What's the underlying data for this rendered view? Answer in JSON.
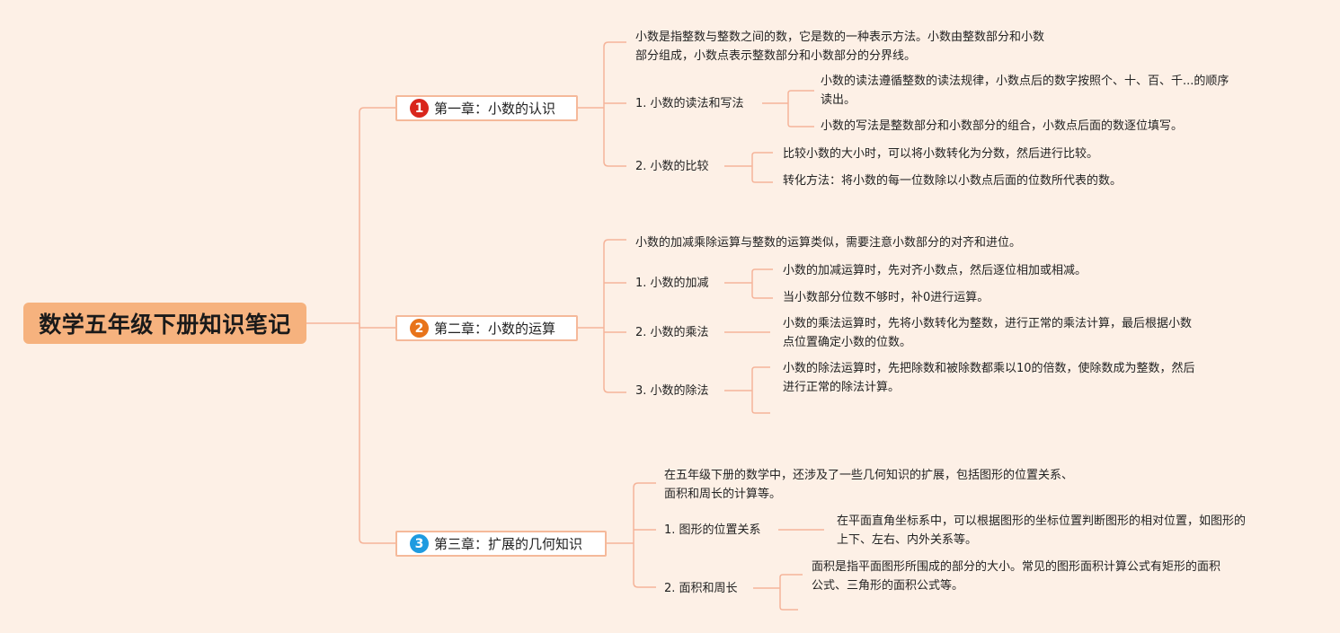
{
  "root": {
    "title": "数学五年级下册知识笔记"
  },
  "colors": {
    "background": "#fdf0e6",
    "root_fill": "#f6b27e",
    "connector": "#f5b49a",
    "chapter_border": "#f5b99a",
    "badge1": "#d9261c",
    "badge2": "#e8731a",
    "badge3": "#1f9be0"
  },
  "chapters": [
    {
      "badge": "1",
      "title": "第一章：小数的认识",
      "intro": [
        "小数是指整数与整数之间的数，它是数的一种表示方法。小数由整数部分和小数",
        "部分组成，小数点表示整数部分和小数部分的分界线。"
      ],
      "sections": [
        {
          "label": "1. 小数的读法和写法",
          "notes": [
            [
              "小数的读法遵循整数的读法规律，小数点后的数字按照个、十、百、千...的顺序",
              "读出。"
            ],
            [
              "小数的写法是整数部分和小数部分的组合，小数点后面的数逐位填写。"
            ]
          ]
        },
        {
          "label": "2. 小数的比较",
          "notes": [
            [
              "比较小数的大小时，可以将小数转化为分数，然后进行比较。"
            ],
            [
              "转化方法：将小数的每一位数除以小数点后面的位数所代表的数。"
            ]
          ]
        }
      ]
    },
    {
      "badge": "2",
      "title": "第二章：小数的运算",
      "intro": [
        "小数的加减乘除运算与整数的运算类似，需要注意小数部分的对齐和进位。"
      ],
      "sections": [
        {
          "label": "1. 小数的加减",
          "notes": [
            [
              "小数的加减运算时，先对齐小数点，然后逐位相加或相减。"
            ],
            [
              "当小数部分位数不够时，补0进行运算。"
            ]
          ]
        },
        {
          "label": "2. 小数的乘法",
          "notes": [
            [
              "小数的乘法运算时，先将小数转化为整数，进行正常的乘法计算，最后根据小数",
              "点位置确定小数的位数。"
            ]
          ]
        },
        {
          "label": "3. 小数的除法",
          "notes": [
            [
              "小数的除法运算时，先把除数和被除数都乘以10的倍数，使除数成为整数，然后",
              "进行正常的除法计算。"
            ]
          ]
        }
      ]
    },
    {
      "badge": "3",
      "title": "第三章：扩展的几何知识",
      "intro": [
        "在五年级下册的数学中，还涉及了一些几何知识的扩展，包括图形的位置关系、",
        "面积和周长的计算等。"
      ],
      "sections": [
        {
          "label": "1. 图形的位置关系",
          "notes": [
            [
              "在平面直角坐标系中，可以根据图形的坐标位置判断图形的相对位置，如图形的",
              "上下、左右、内外关系等。"
            ]
          ]
        },
        {
          "label": "2. 面积和周长",
          "notes": [
            [
              "面积是指平面图形所围成的部分的大小。常见的图形面积计算公式有矩形的面积",
              "公式、三角形的面积公式等。"
            ]
          ]
        }
      ]
    }
  ]
}
